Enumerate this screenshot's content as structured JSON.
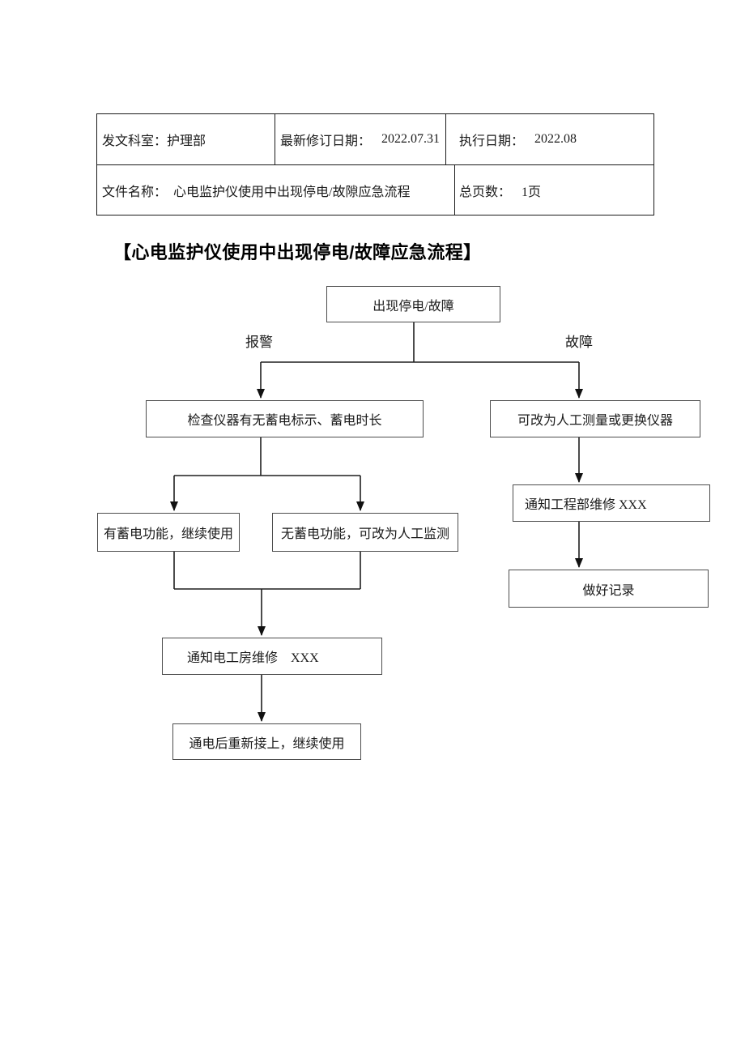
{
  "table": {
    "row1": {
      "dept": "发文科室：护理部",
      "revision_label": "最新修订日期：",
      "revision_value": "2022.07.31",
      "exec_label": "执行日期：",
      "exec_value": "2022.08"
    },
    "row2": {
      "filename_label": "文件名称：",
      "filename_value": "心电监护仪使用中出现停电/故隙应急流程",
      "pages_label": "总页数：",
      "pages_value": "1页"
    }
  },
  "title": "【心电监护仪使用中出现停电/故障应急流程】",
  "flowchart": {
    "branch_labels": {
      "alarm": "报警",
      "fault": "故障"
    },
    "nodes": {
      "start": "出现停电/故障",
      "check": "检查仪器有无蓄电标示、蓄电时长",
      "manual": "可改为人工测量或更换仪器",
      "battery_yes": "有蓄电功能，继续使用",
      "battery_no": "无蓄电功能，可改为人工监测",
      "notify_electric": "通知电工房维修　XXX",
      "reconnect": "通电后重新接上，继续使用",
      "notify_engineering": "通知工程部维修 XXX",
      "record": "做好记录"
    }
  },
  "colors": {
    "text": "#1a1a1a",
    "connector_line": "#1f1f1f",
    "box_border": "#4d4d4d",
    "table_border": "#1a1a1a",
    "background": "#ffffff"
  }
}
